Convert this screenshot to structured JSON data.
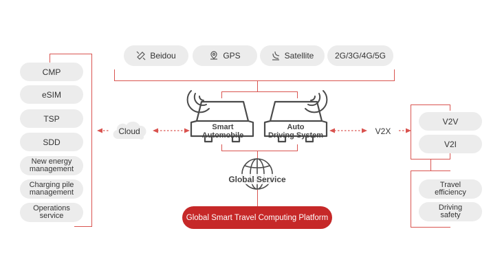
{
  "top_items": [
    {
      "label": "Beidou",
      "icon": "satellite-dish-icon"
    },
    {
      "label": "GPS",
      "icon": "map-pin-icon"
    },
    {
      "label": "Satellite",
      "icon": "satellite-signal-icon"
    },
    {
      "label": "2G/3G/4G/5G",
      "icon": ""
    }
  ],
  "left_items": [
    {
      "label": "CMP"
    },
    {
      "label": "eSIM"
    },
    {
      "label": "TSP"
    },
    {
      "label": "SDD"
    },
    {
      "line1": "New energy",
      "line2": "management"
    },
    {
      "line1": "Charging pile",
      "line2": "management"
    },
    {
      "line1": "Operations",
      "line2": "service"
    }
  ],
  "cloud_label": "Cloud",
  "car1": {
    "line1": "Smart",
    "line2": "Automobile"
  },
  "car2": {
    "line1": "Auto",
    "line2": "Driving System"
  },
  "v2x_label": "V2X",
  "v2x_items": [
    "V2V",
    "V2I"
  ],
  "benefit_items": [
    {
      "line1": "Travel",
      "line2": "efficiency"
    },
    {
      "line1": "Driving",
      "line2": "safety"
    }
  ],
  "global_service_label": "Global Service",
  "platform_label": "Global Smart Travel Computing Platform",
  "colors": {
    "accent": "#c62828",
    "line": "#d9534f",
    "pill": "#ececec",
    "icon": "#555555"
  }
}
